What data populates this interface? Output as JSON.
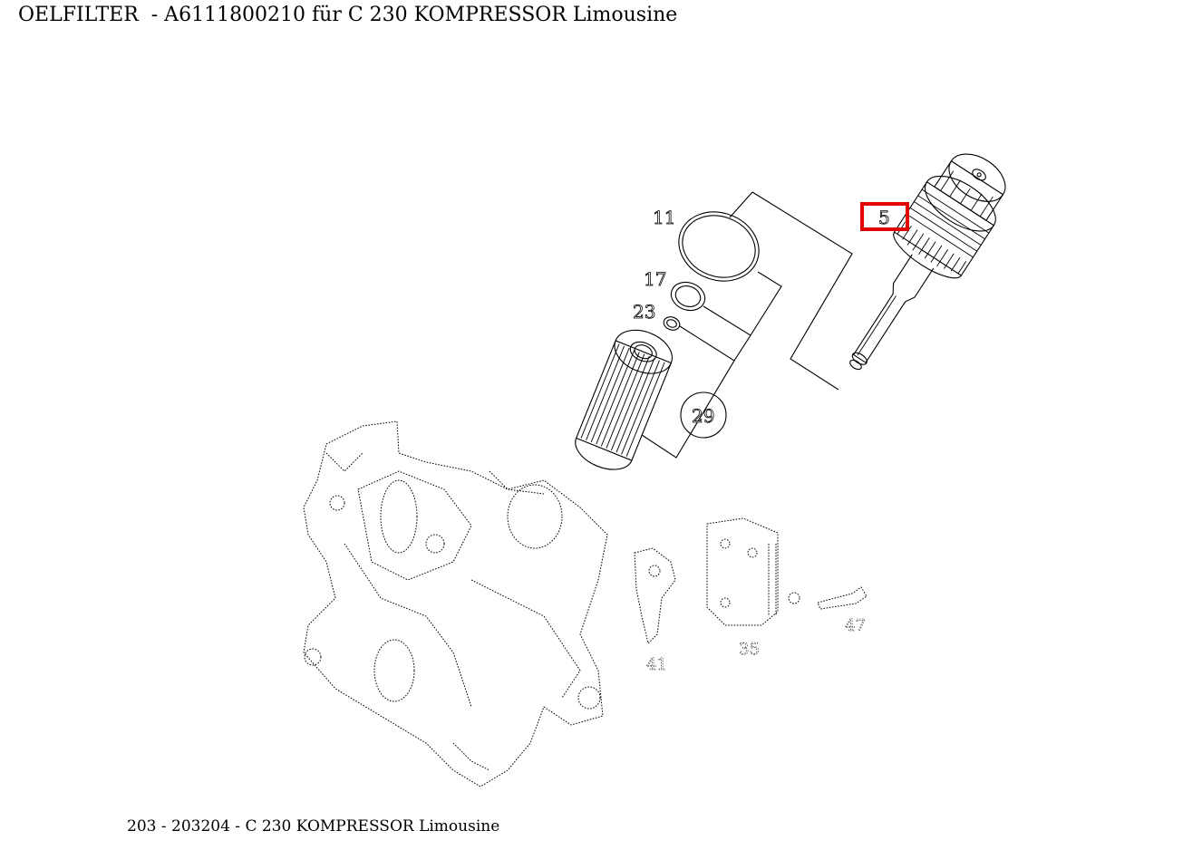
{
  "header": {
    "title": "OELFILTER  - A6111800210 für C 230 KOMPRESSOR Limousine"
  },
  "footer": {
    "model_line": "203 - 203204 - C 230 KOMPRESSOR Limousine"
  },
  "callouts": {
    "c11": "11",
    "c17": "17",
    "c23": "23",
    "c29": "29",
    "c5": "5",
    "c41": "41",
    "c35": "35",
    "c47": "47"
  },
  "highlight": {
    "target": "5",
    "color": "#e00000"
  }
}
